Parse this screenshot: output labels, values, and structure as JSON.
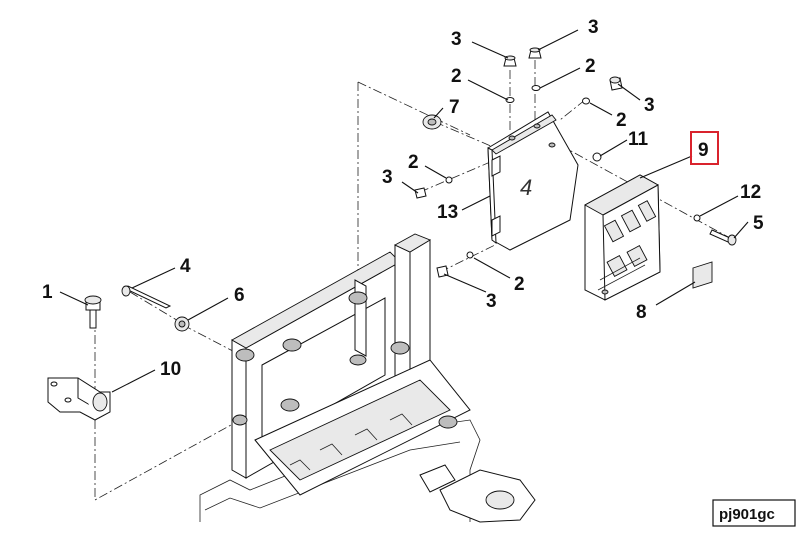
{
  "diagram": {
    "callouts": [
      {
        "id": "c1",
        "label": "1"
      },
      {
        "id": "c2a",
        "label": "2"
      },
      {
        "id": "c2b",
        "label": "2"
      },
      {
        "id": "c2c",
        "label": "2"
      },
      {
        "id": "c2d",
        "label": "2"
      },
      {
        "id": "c2e",
        "label": "2"
      },
      {
        "id": "c3a",
        "label": "3"
      },
      {
        "id": "c3b",
        "label": "3"
      },
      {
        "id": "c3c",
        "label": "3"
      },
      {
        "id": "c3d",
        "label": "3"
      },
      {
        "id": "c3e",
        "label": "3"
      },
      {
        "id": "c4",
        "label": "4"
      },
      {
        "id": "c5",
        "label": "5"
      },
      {
        "id": "c6",
        "label": "6"
      },
      {
        "id": "c7",
        "label": "7"
      },
      {
        "id": "c8",
        "label": "8"
      },
      {
        "id": "c9",
        "label": "9"
      },
      {
        "id": "c10",
        "label": "10"
      },
      {
        "id": "c11",
        "label": "11"
      },
      {
        "id": "c12",
        "label": "12"
      },
      {
        "id": "c13",
        "label": "13"
      }
    ],
    "module_mark": "4",
    "highlighted_callout": "9",
    "highlight_color": "#d9232d",
    "reference_code": "pj901gc"
  }
}
